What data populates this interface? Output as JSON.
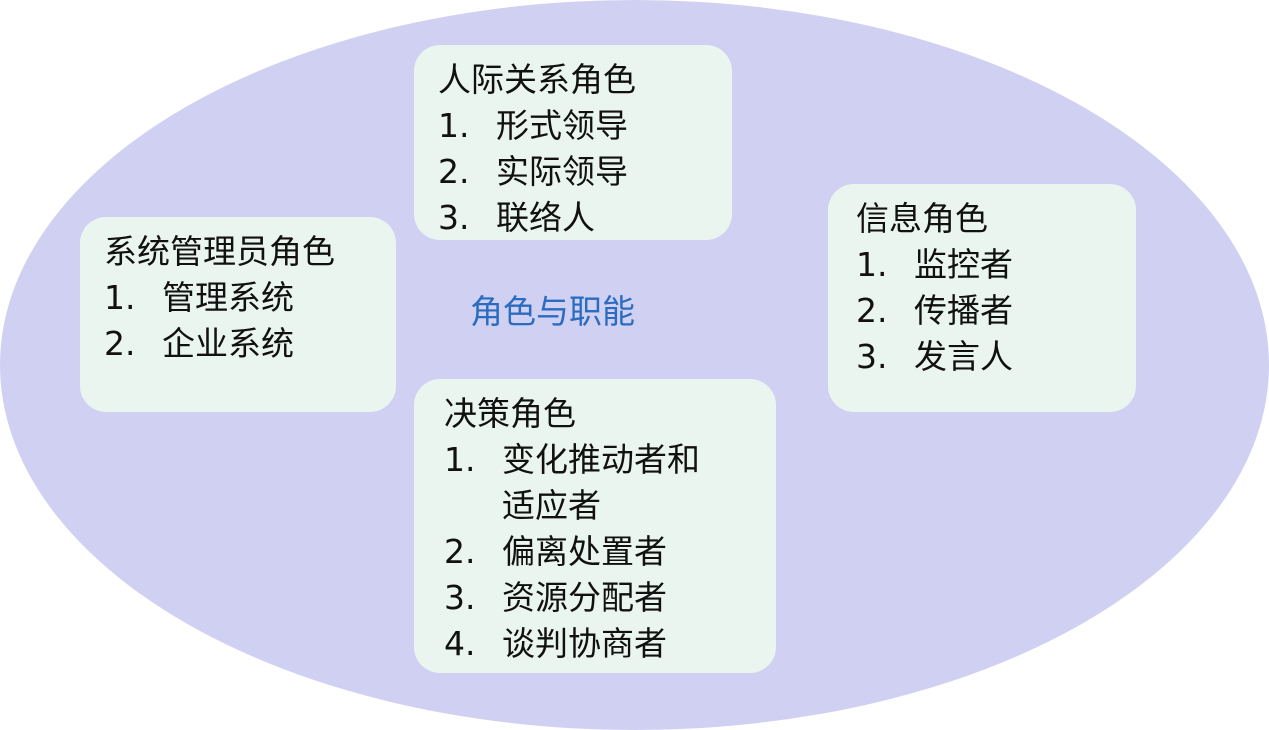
{
  "colors": {
    "ellipse_fill": "#d0d0f2",
    "box_fill": "#ebf5ef",
    "text": "#111111",
    "center_text": "#2a6cc0"
  },
  "center_label": "角色与职能",
  "interpersonal": {
    "title": "人际关系角色",
    "items": [
      {
        "num": "1.",
        "text": "形式领导"
      },
      {
        "num": "2.",
        "text": "实际领导"
      },
      {
        "num": "3.",
        "text": "联络人"
      }
    ]
  },
  "admin": {
    "title": "系统管理员角色",
    "items": [
      {
        "num": "1.",
        "text": "管理系统"
      },
      {
        "num": "2.",
        "text": "企业系统"
      }
    ]
  },
  "info": {
    "title": "信息角色",
    "items": [
      {
        "num": "1.",
        "text": "监控者"
      },
      {
        "num": "2.",
        "text": "传播者"
      },
      {
        "num": "3.",
        "text": "发言人"
      }
    ]
  },
  "decision": {
    "title": "决策角色",
    "items": [
      {
        "num": "1.",
        "text": "变化推动者和适应者"
      },
      {
        "num": "2.",
        "text": "偏离处置者"
      },
      {
        "num": "3.",
        "text": "资源分配者"
      },
      {
        "num": "4.",
        "text": "谈判协商者"
      }
    ]
  }
}
